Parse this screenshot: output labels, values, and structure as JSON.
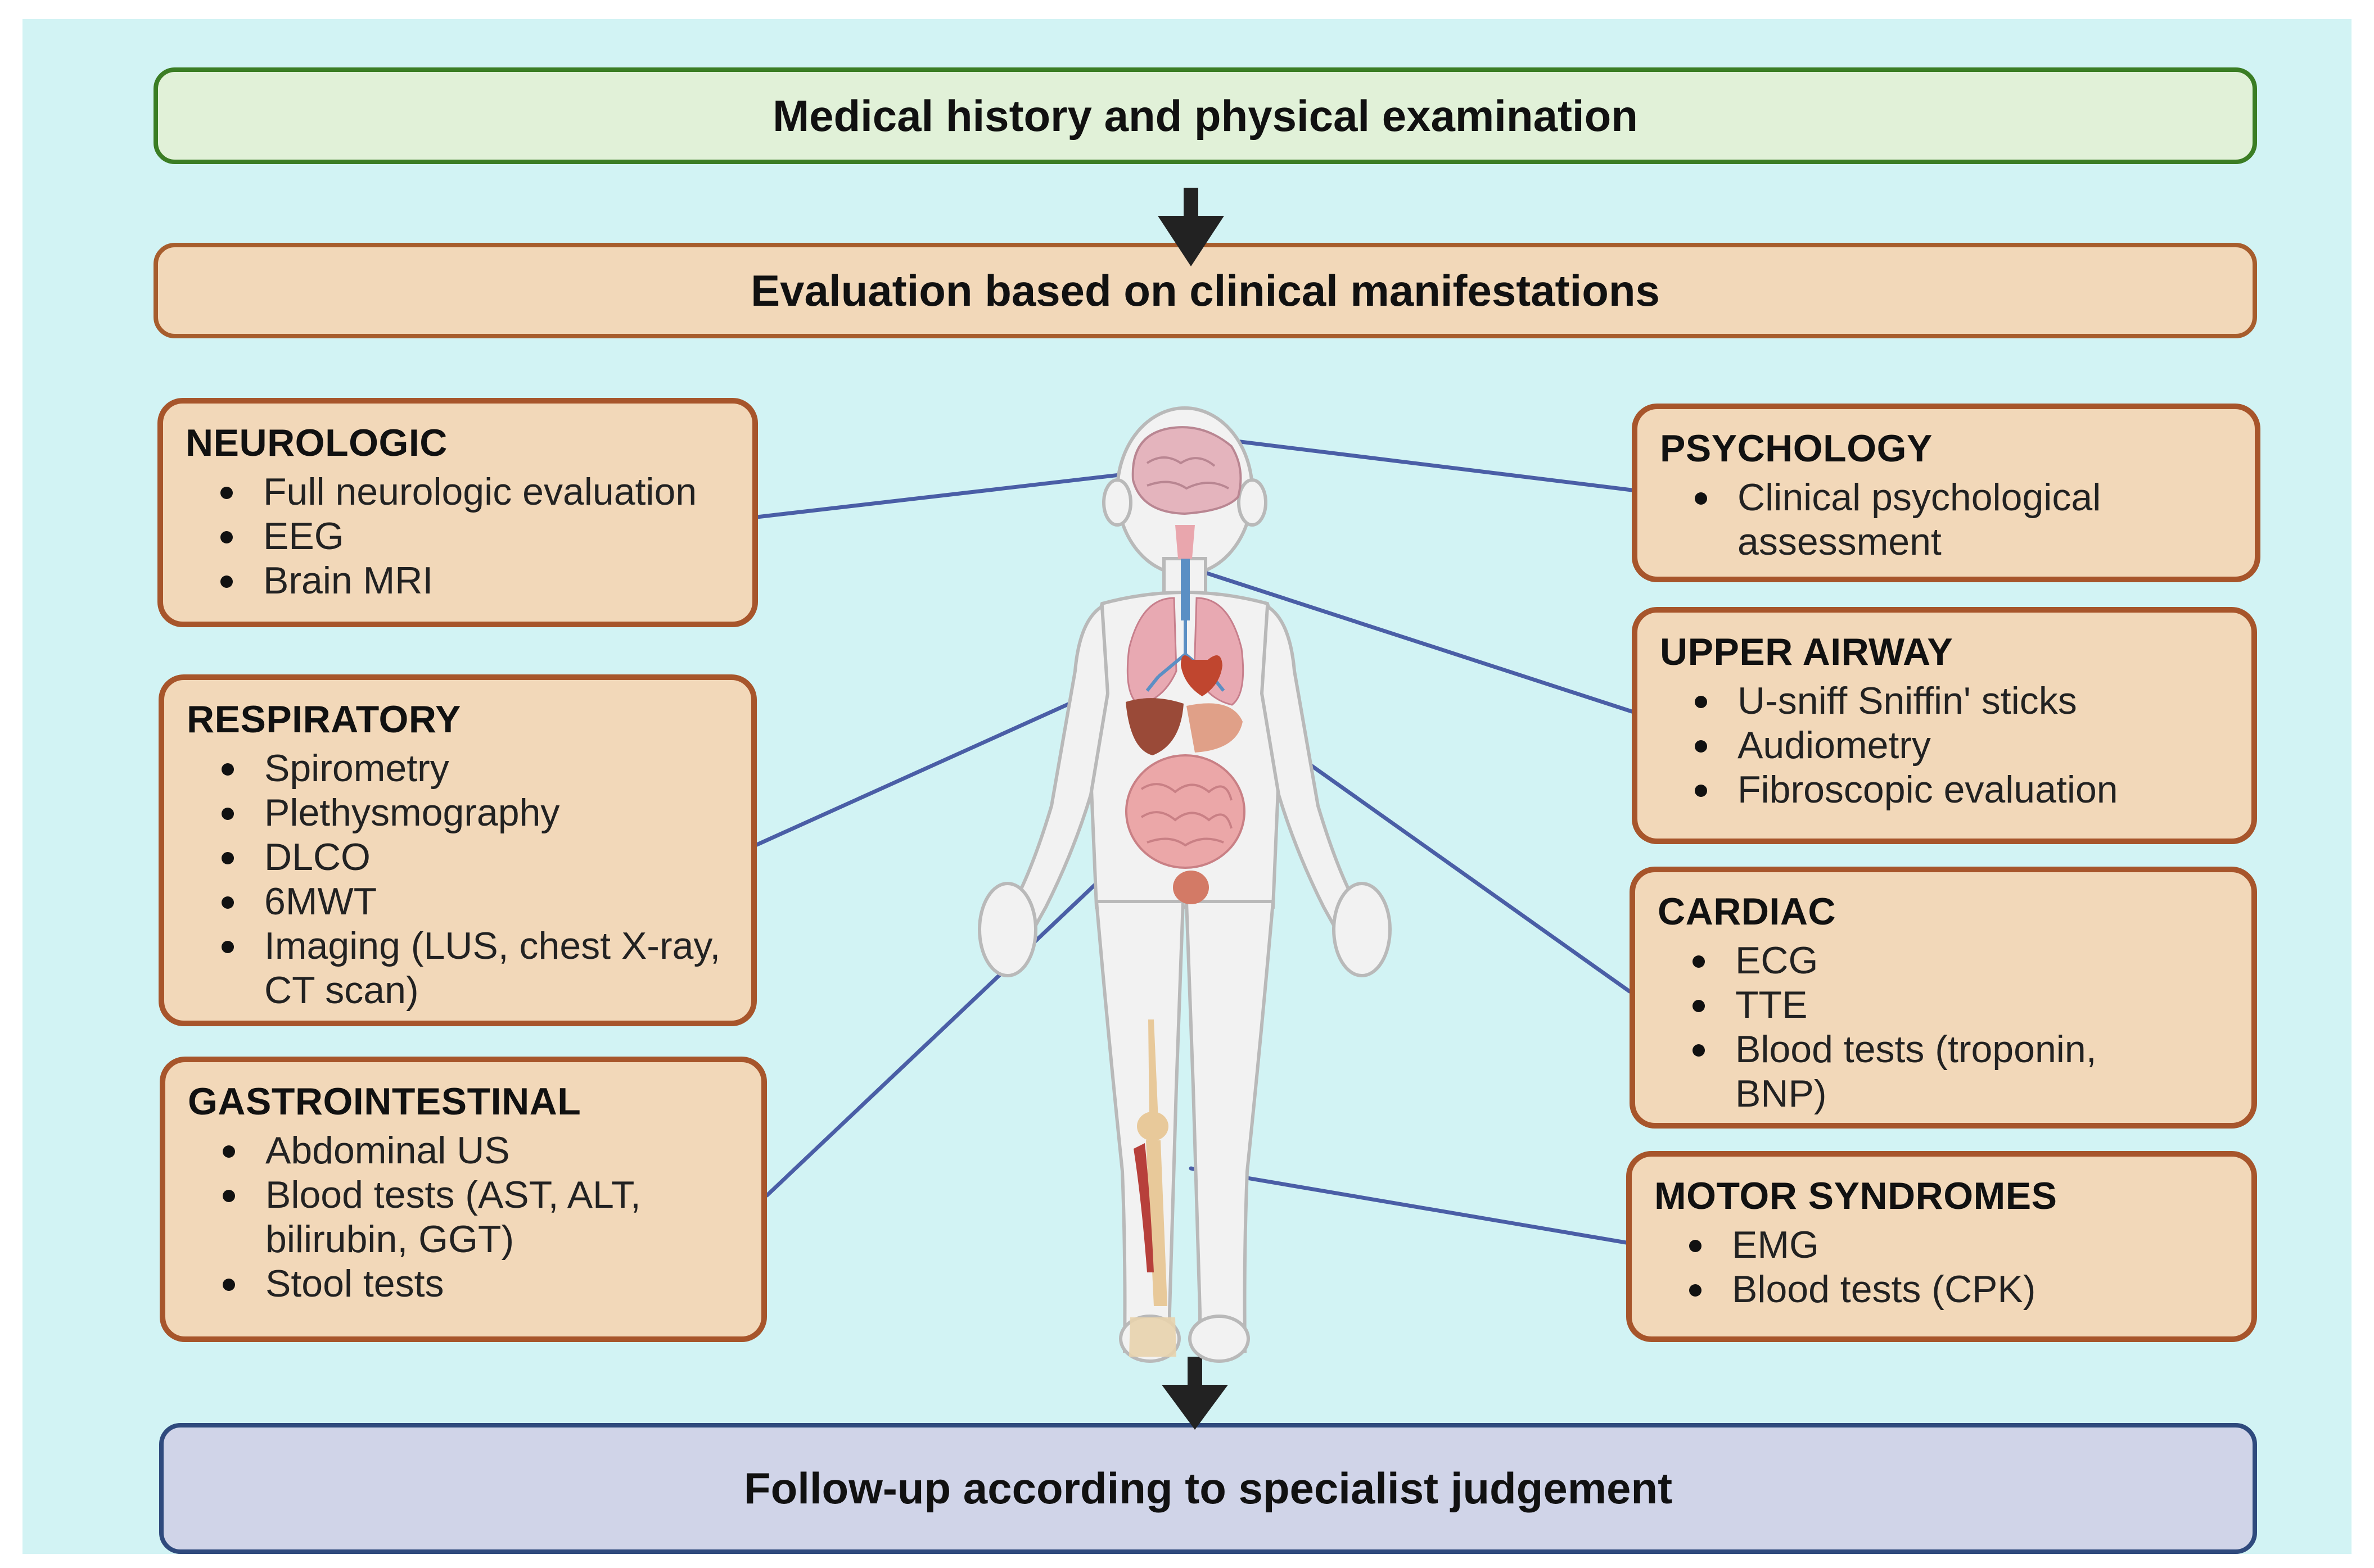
{
  "header": {
    "title": "Medical history and physical examination"
  },
  "evaluation": {
    "title": "Evaluation based on clinical manifestations"
  },
  "footer": {
    "title": "Follow-up according to specialist judgement"
  },
  "sections": {
    "neurologic": {
      "title": "NEUROLOGIC",
      "items": [
        "Full neurologic evaluation",
        "EEG",
        "Brain MRI"
      ]
    },
    "respiratory": {
      "title": "RESPIRATORY",
      "items": [
        "Spirometry",
        "Plethysmography",
        "DLCO",
        "6MWT",
        "Imaging (LUS, chest X-ray,",
        "CT scan)"
      ]
    },
    "gastrointestinal": {
      "title": "GASTROINTESTINAL",
      "items": [
        "Abdominal US",
        "Blood tests (AST, ALT,",
        "bilirubin, GGT)",
        "Stool tests"
      ]
    },
    "psychology": {
      "title": "PSYCHOLOGY",
      "items": [
        "Clinical psychological",
        "assessment"
      ]
    },
    "upper_airway": {
      "title": "UPPER AIRWAY",
      "items": [
        "U-sniff Sniffin' sticks",
        "Audiometry",
        "Fibroscopic evaluation"
      ]
    },
    "cardiac": {
      "title": "CARDIAC",
      "items": [
        "ECG",
        "TTE",
        "Blood tests (troponin,",
        "BNP)"
      ]
    },
    "motor": {
      "title": "MOTOR SYNDROMES",
      "items": [
        "EMG",
        "Blood tests (CPK)"
      ]
    }
  },
  "colors": {
    "background": "#d2f3f4",
    "history_fill": "#e1f1d8",
    "history_border": "#3b7d24",
    "section_fill": "#f2d8b9",
    "section_border": "#a7552b",
    "followup_fill": "#d0d4e8",
    "followup_border": "#2f4a7d",
    "connector": "#4a5ea6",
    "arrow": "#222222"
  },
  "icons": [
    "down-arrow-icon",
    "human-body-icon"
  ]
}
